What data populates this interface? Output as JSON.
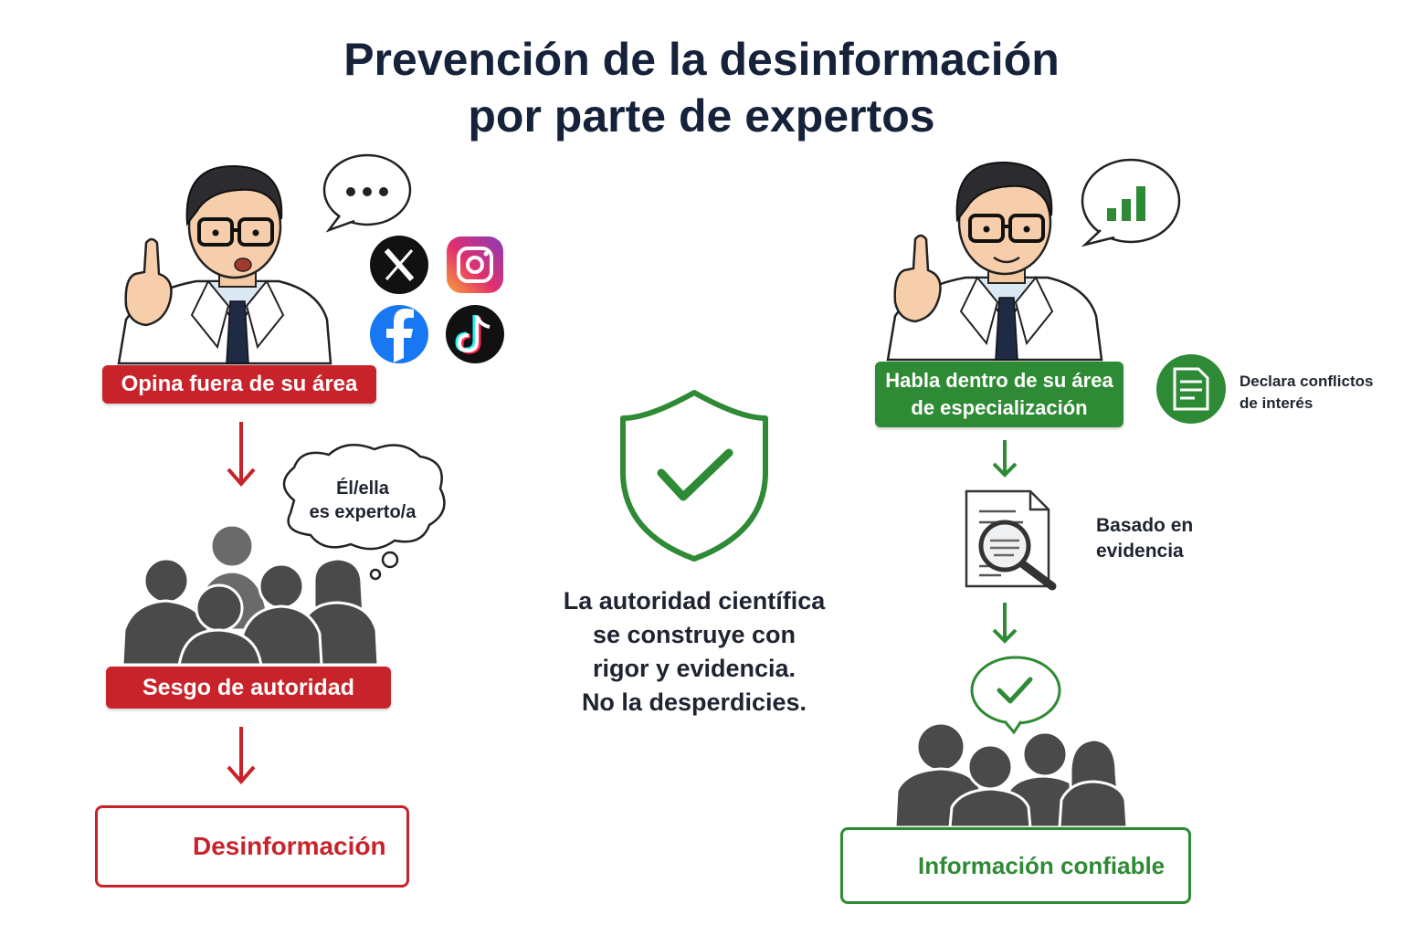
{
  "title": {
    "line1": "Prevención de la desinformación",
    "line2": "por parte de expertos"
  },
  "left": {
    "label_opina": "Opina fuera de su área",
    "thought_line1": "Él/ella",
    "thought_line2": "es experto/a",
    "label_sesgo": "Sesgo de autoridad",
    "result": "Desinformación",
    "social_icons": [
      "x-logo-icon",
      "instagram-icon",
      "facebook-icon",
      "tiktok-icon"
    ]
  },
  "center": {
    "line1": "La autoridad científica",
    "line2": "se construye con",
    "line3": "rigor y evidencia.",
    "line4": "No la desperdicies."
  },
  "right": {
    "label_habla_line1": "Habla dentro de su área",
    "label_habla_line2": "de especialización",
    "conflicts_line1": "Declara conflictos",
    "conflicts_line2": "de interés",
    "evidence_line1": "Basado en",
    "evidence_line2": "evidencia",
    "result": "Información confiable"
  },
  "colors": {
    "red": "#c8232b",
    "green": "#2f8a35",
    "navy": "#15223a",
    "crowd": "#4a4a4a"
  }
}
